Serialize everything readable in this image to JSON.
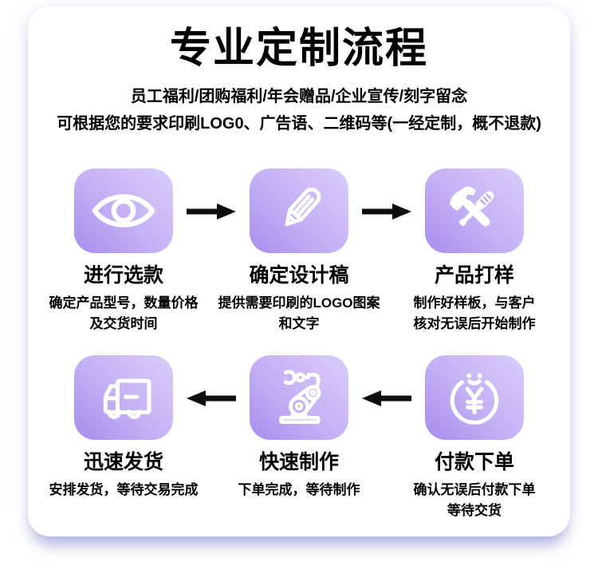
{
  "header": {
    "title": "专业定制流程",
    "subtitle_line1": "员工福利/团购福利/年会赠品/企业宣传/刻字留念",
    "subtitle_line2": "可根据您的要求印刷LOG0、广告语、二维码等(一经定制，概不退款)"
  },
  "colors": {
    "icon_tile_gradient_start": "#a98cec",
    "icon_tile_gradient_end": "#dacdfa",
    "icon_glyph": "#ffffff",
    "arrow": "#0d0d0d",
    "text": "#000000",
    "card_shadow": "#848acd"
  },
  "flow": {
    "rows": [
      {
        "arrow_direction": "right",
        "steps": [
          {
            "icon": "eye-icon",
            "title": "进行选款",
            "desc": "确定产品型号，数量价格\n及交货时间"
          },
          {
            "icon": "pencil-icon",
            "title": "确定设计稿",
            "desc": "提供需要印刷的LOGO图案\n和文字"
          },
          {
            "icon": "hammer-tools-icon",
            "title": "产品打样",
            "desc": "制作好样板，与客户\n核对无误后开始制作"
          }
        ]
      },
      {
        "arrow_direction": "left",
        "steps": [
          {
            "icon": "delivery-truck-icon",
            "title": "迅速发货",
            "desc": "安排发货，等待交易完成"
          },
          {
            "icon": "robot-arm-icon",
            "title": "快速制作",
            "desc": "下单完成，等待制作"
          },
          {
            "icon": "payment-yen-icon",
            "title": "付款下单",
            "desc": "确认无误后付款下单\n等待交货"
          }
        ]
      }
    ]
  }
}
